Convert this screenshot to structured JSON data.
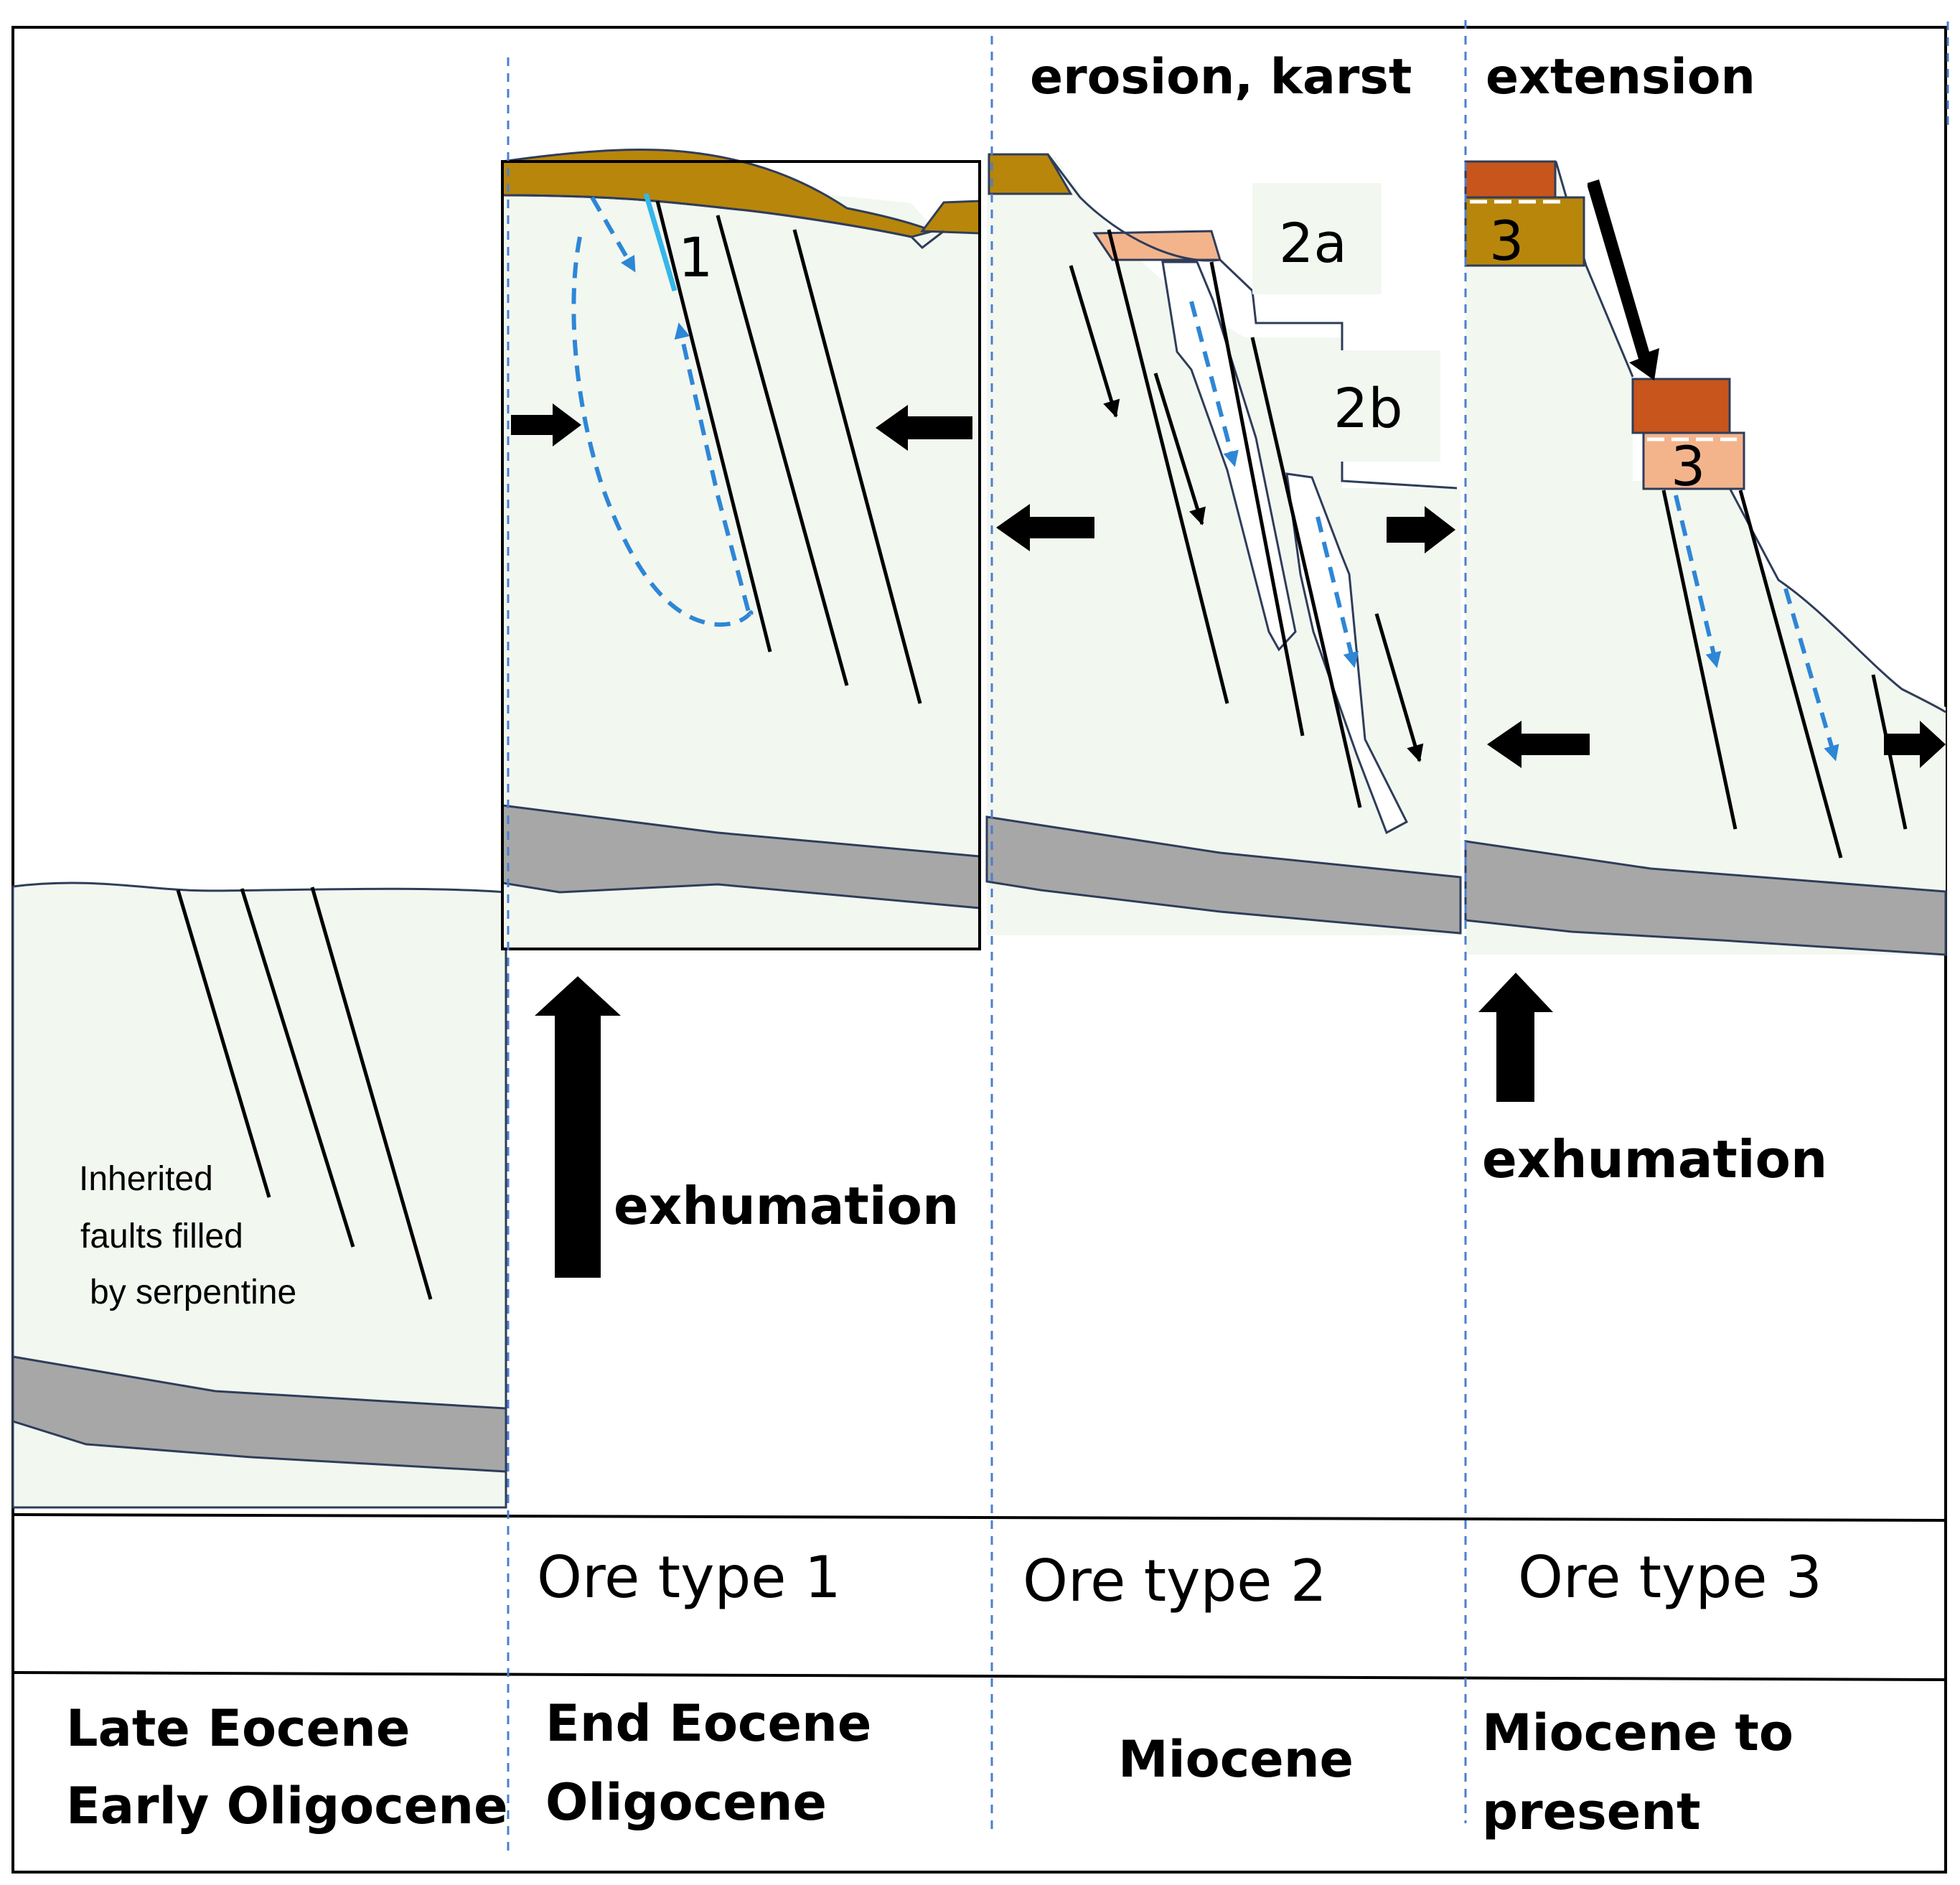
{
  "panel_top_labels": {
    "erosion": "erosion, karst",
    "extension": "extension"
  },
  "process_labels": {
    "exhumation_left": "exhumation",
    "exhumation_right": "exhumation"
  },
  "inherited_faults": [
    "Inherited",
    "faults filled",
    "by serpentine"
  ],
  "ore_marks": {
    "one": "1",
    "two_a": "2a",
    "two_b": "2b",
    "three_top": "3",
    "three_bottom": "3"
  },
  "ore_types": [
    "Ore type 1",
    "Ore type 2",
    "Ore type 3"
  ],
  "periods": {
    "p1": [
      "Late Eocene",
      "Early Oligocene"
    ],
    "p2": [
      "End Eocene",
      "Oligocene"
    ],
    "p3": [
      "Miocene"
    ],
    "p4": [
      "Miocene to",
      "present"
    ]
  },
  "colors": {
    "rock": "#f2f7f0",
    "gray_band": "#a7a7a7",
    "ochre": "#b8860b",
    "orange_red": "#c8551b",
    "peach": "#f3b48c",
    "fluid_blue": "#2e86d6",
    "light_blue": "#35b6ea",
    "divider_blue": "#4a7fd0"
  }
}
